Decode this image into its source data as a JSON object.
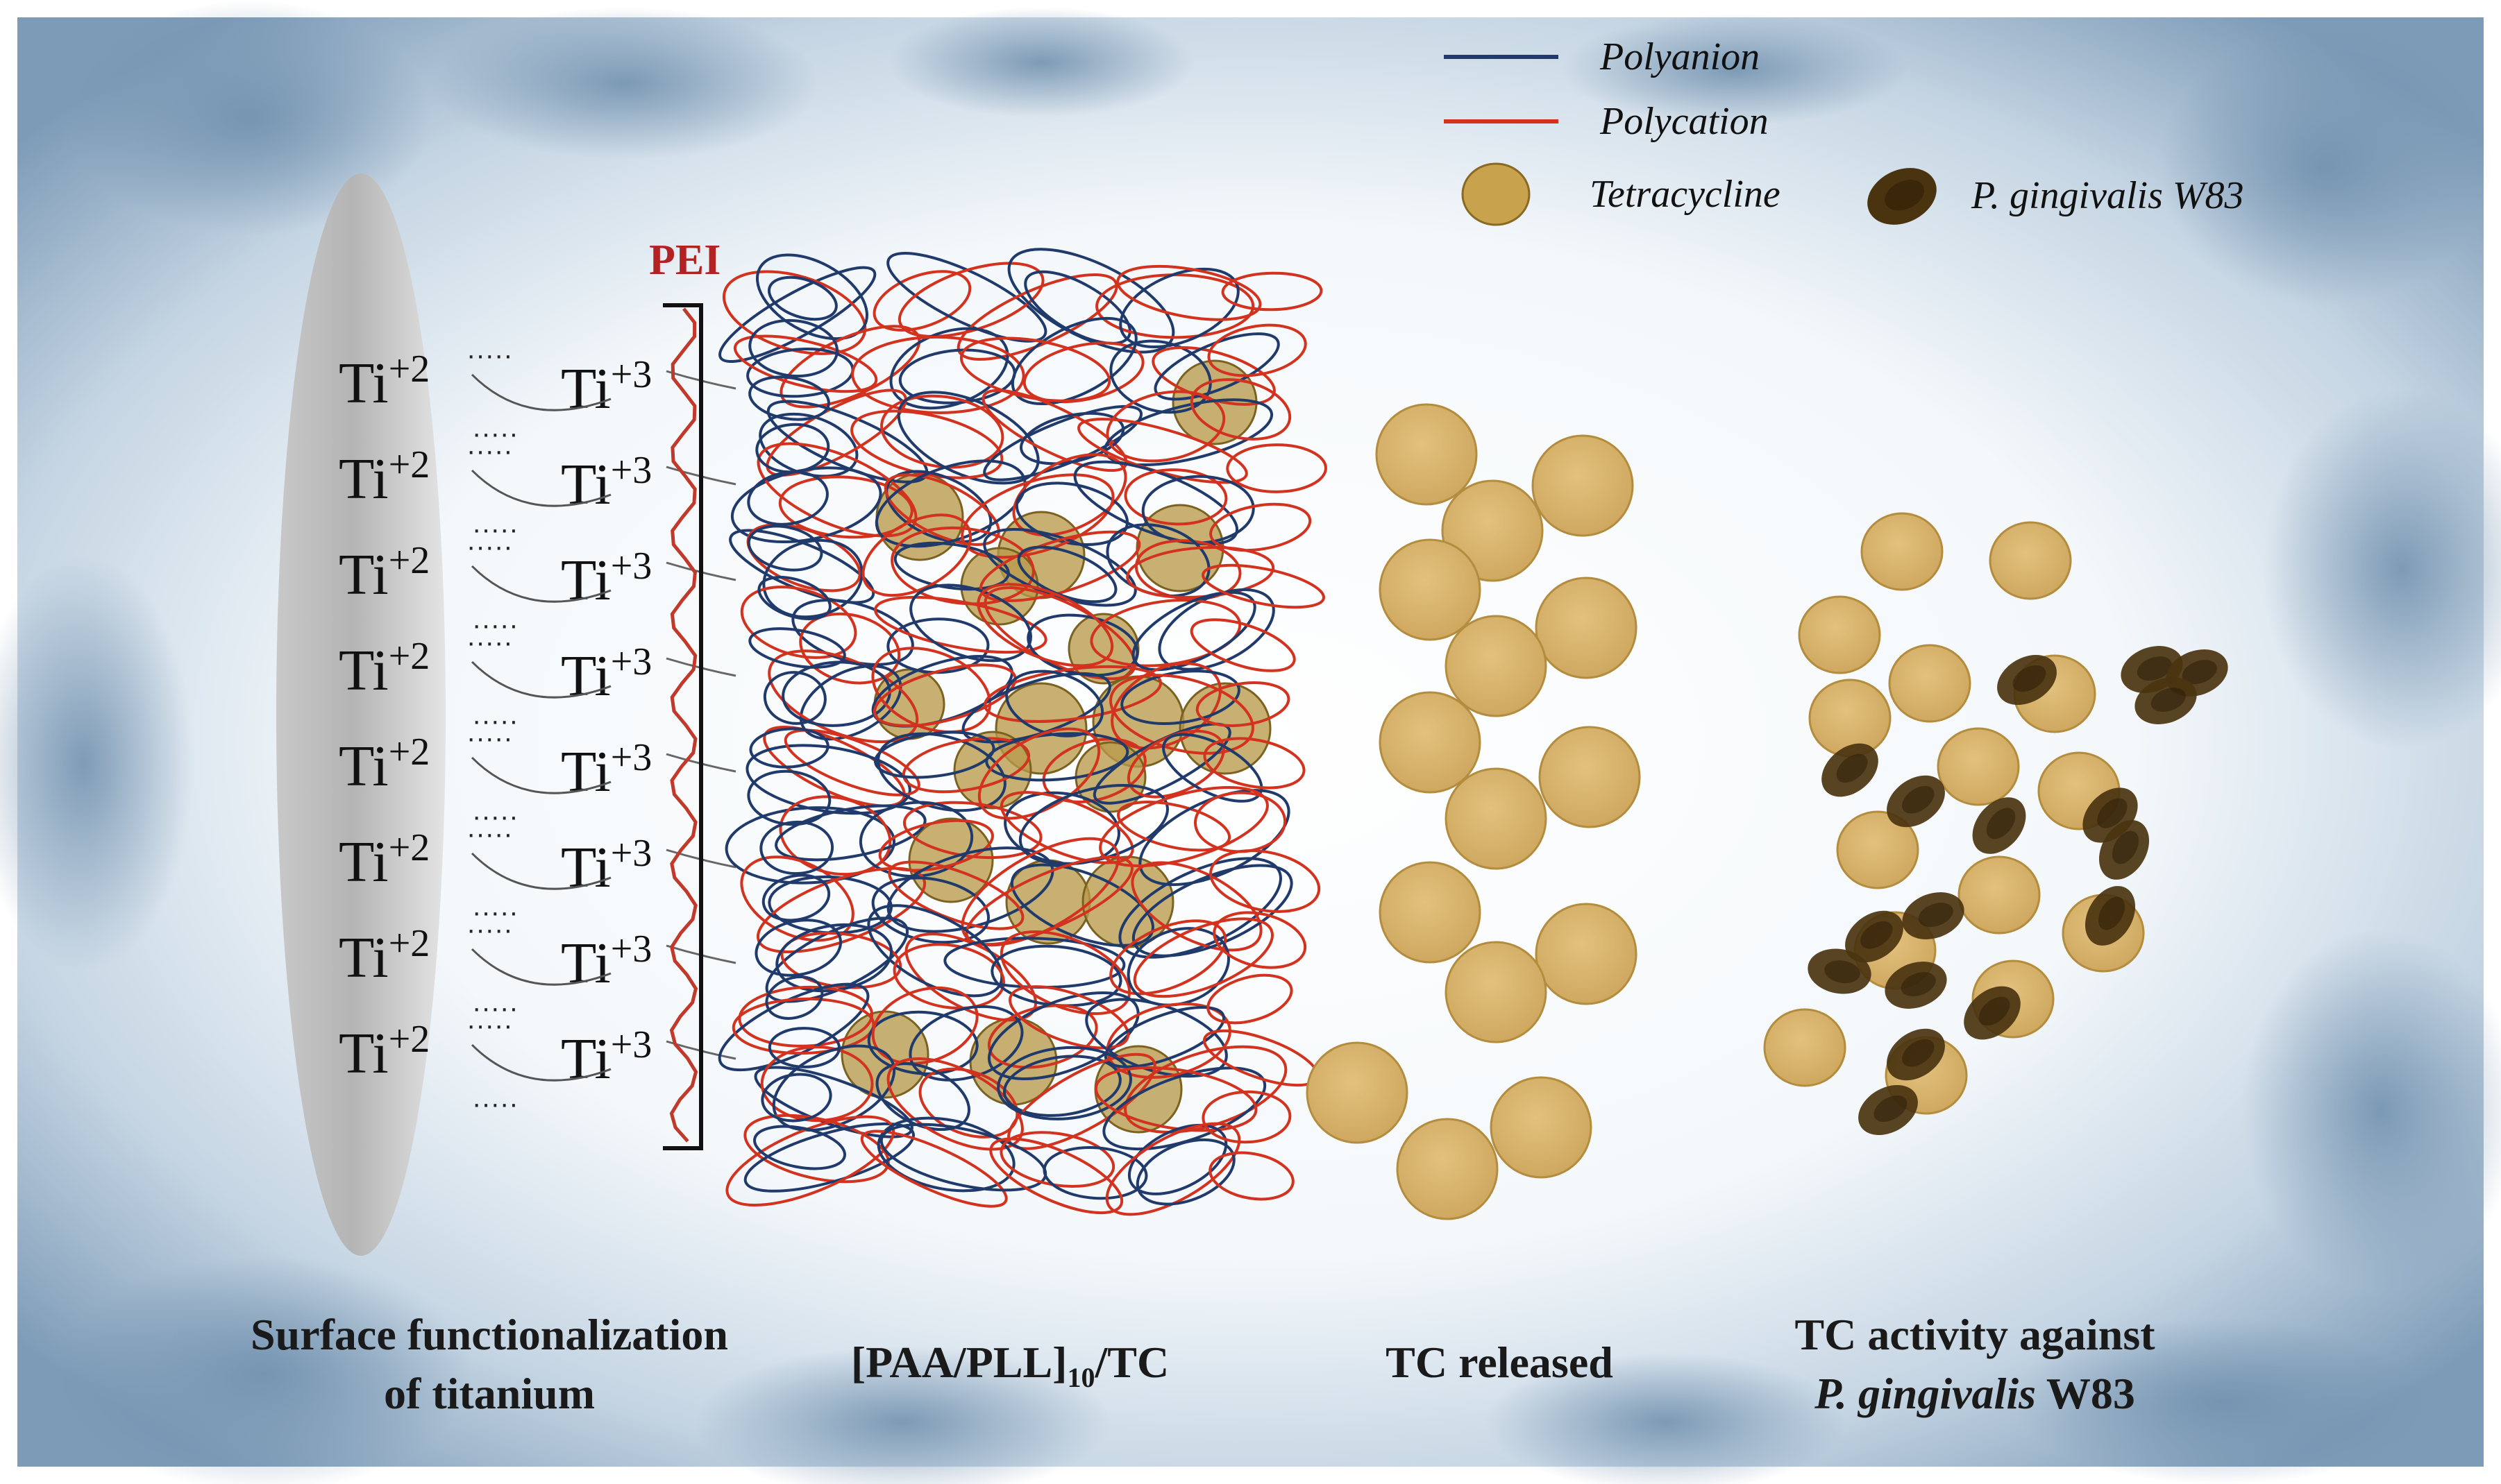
{
  "legend": {
    "polyanion": {
      "label": "Polyanion",
      "color": "#1f3a6b"
    },
    "polycation": {
      "label": "Polycation",
      "color": "#d2321e"
    },
    "tetracycline": {
      "label": "Tetracycline",
      "color": "#c9a24e"
    },
    "bacteria": {
      "label": "P. gingivalis W83",
      "color": "#4a3410"
    }
  },
  "surface": {
    "ti2_label": "Ti",
    "ti2_sup": "+2",
    "ti3_label": "Ti",
    "ti3_sup": "+3",
    "row_count": 8
  },
  "pei_label": "PEI",
  "captions": {
    "surface_line1": "Surface functionalization",
    "surface_line2": "of titanium",
    "multilayer_main": "[PAA/PLL]",
    "multilayer_sub": "10",
    "multilayer_tail": "/TC",
    "released": "TC released",
    "activity_line1": "TC activity against",
    "activity_line2_italic": "P. gingivalis",
    "activity_line2_tail": " W83"
  },
  "colors": {
    "pei": "#c0392b",
    "caption": "#1a1a1a",
    "background_blue": "#7d9bb7"
  }
}
